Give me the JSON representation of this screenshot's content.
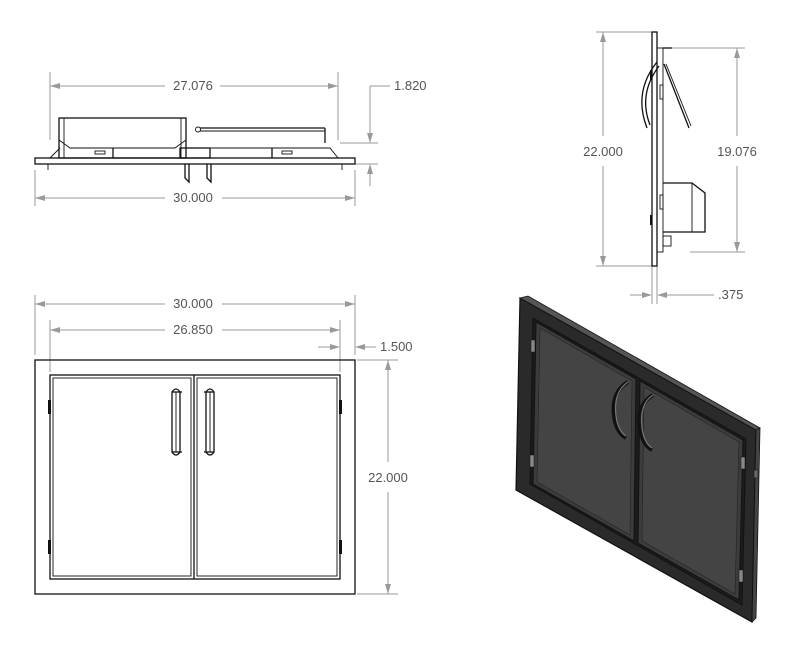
{
  "colors": {
    "dimension": "#9a9a9a",
    "dimension_text": "#555555",
    "outline": "#111111",
    "door_panel": "#3c3c3c",
    "door_frame": "#222222"
  },
  "dimensions": {
    "top_view_inner_width": "27.076",
    "top_view_depth": "1.820",
    "top_view_overall_width": "30.000",
    "front_view_overall_width": "30.000",
    "front_view_opening_width": "26.850",
    "front_view_frame_border": "1.500",
    "front_view_height": "22.000",
    "side_view_overall_height": "22.000",
    "side_view_inner_height": "19.076",
    "side_view_flange_thickness": ".375"
  }
}
